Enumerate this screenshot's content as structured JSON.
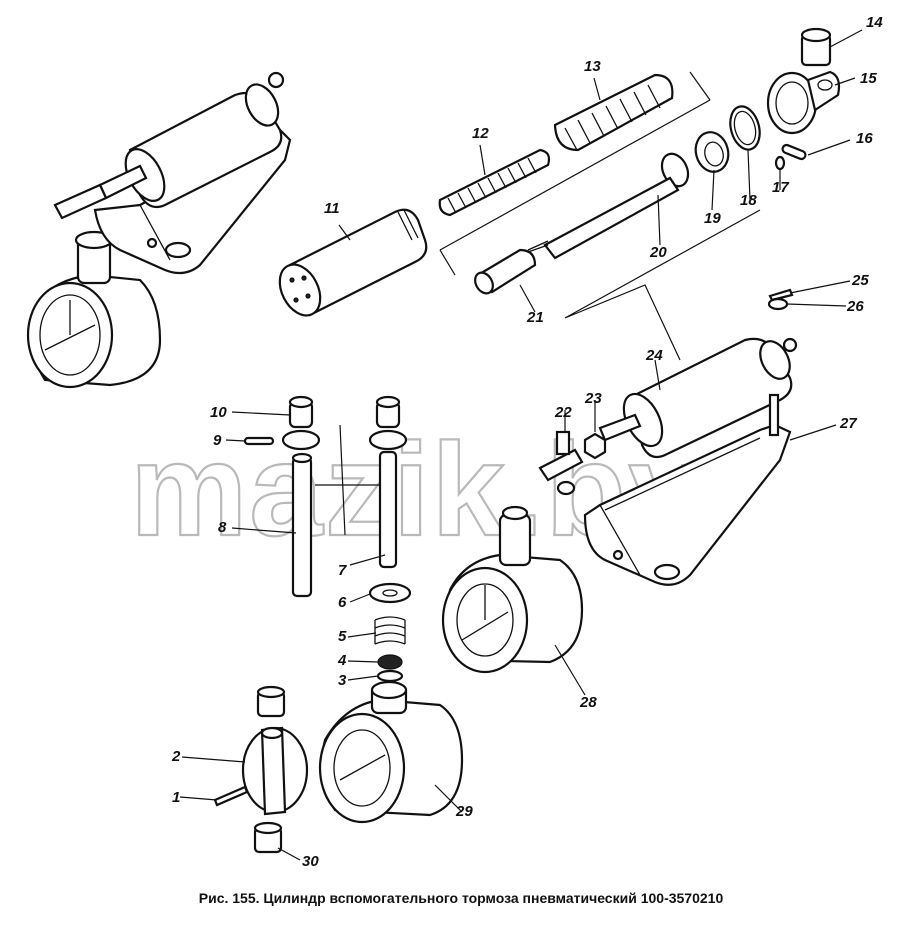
{
  "watermark": "mazik.by",
  "caption": "Рис. 155. Цилиндр вспомогательного тормоза пневматический 100-3570210",
  "callouts": {
    "c1": "1",
    "c2": "2",
    "c3": "3",
    "c4": "4",
    "c5": "5",
    "c6": "6",
    "c7": "7",
    "c8": "8",
    "c9": "9",
    "c10": "10",
    "c11": "11",
    "c12": "12",
    "c13": "13",
    "c14": "14",
    "c15": "15",
    "c16": "16",
    "c17": "17",
    "c18": "18",
    "c19": "19",
    "c20": "20",
    "c21": "21",
    "c22": "22",
    "c23": "23",
    "c24": "24",
    "c25": "25",
    "c26": "26",
    "c27": "27",
    "c28": "28",
    "c29": "29",
    "c30": "30"
  }
}
